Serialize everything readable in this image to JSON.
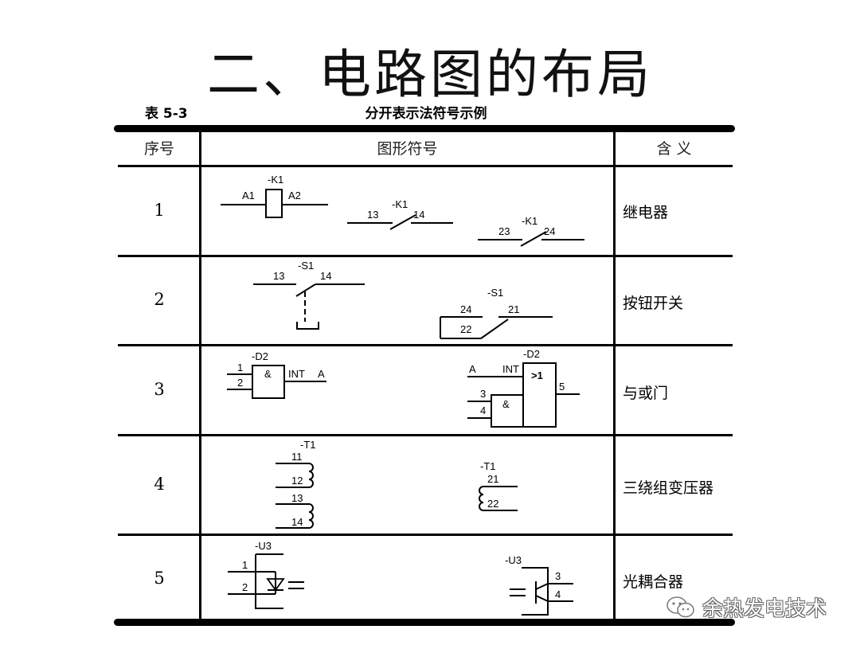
{
  "title": "二、电路图的布局",
  "table": {
    "number": "表 5-3",
    "caption": "分开表示法符号示例",
    "headers": {
      "index": "序号",
      "symbol": "图形符号",
      "meaning": "含 义"
    },
    "rows": [
      {
        "index": "1",
        "meaning": "继电器"
      },
      {
        "index": "2",
        "meaning": "按钮开关"
      },
      {
        "index": "3",
        "meaning": "与或门"
      },
      {
        "index": "4",
        "meaning": "三绕组变压器"
      },
      {
        "index": "5",
        "meaning": "光耦合器"
      }
    ]
  },
  "symbols": {
    "relay_coil": {
      "tag": "-K1",
      "left": "A1",
      "right": "A2"
    },
    "relay_contact_a": {
      "tag": "-K1",
      "left": "13",
      "right": "14"
    },
    "relay_contact_b": {
      "tag": "-K1",
      "left": "23",
      "right": "24"
    },
    "button_main": {
      "tag": "-S1",
      "left": "13",
      "right": "14"
    },
    "button_contacts": {
      "tag": "-S1",
      "t1": "24",
      "t2": "21",
      "t3": "22"
    },
    "and_gate": {
      "tag": "-D2",
      "in1": "1",
      "in2": "2",
      "op": "&",
      "out1": "INT",
      "out2": "A"
    },
    "or_gate": {
      "tag": "-D2",
      "in_a": "A",
      "in_int": "INT",
      "or_op": ">1",
      "and_op": "&",
      "in3": "3",
      "in4": "4",
      "out": "5"
    },
    "transformer_3w": {
      "tag": "-T1",
      "p11": "11",
      "p12": "12",
      "p13": "13",
      "p14": "14"
    },
    "transformer_winding": {
      "tag": "-T1",
      "p21": "21",
      "p22": "22"
    },
    "optocoupler_in": {
      "tag": "-U3",
      "p1": "1",
      "p2": "2"
    },
    "optocoupler_out": {
      "tag": "-U3",
      "p3": "3",
      "p4": "4"
    }
  },
  "watermark": {
    "text": "余热发电技术",
    "icon": "wechat-icon"
  }
}
